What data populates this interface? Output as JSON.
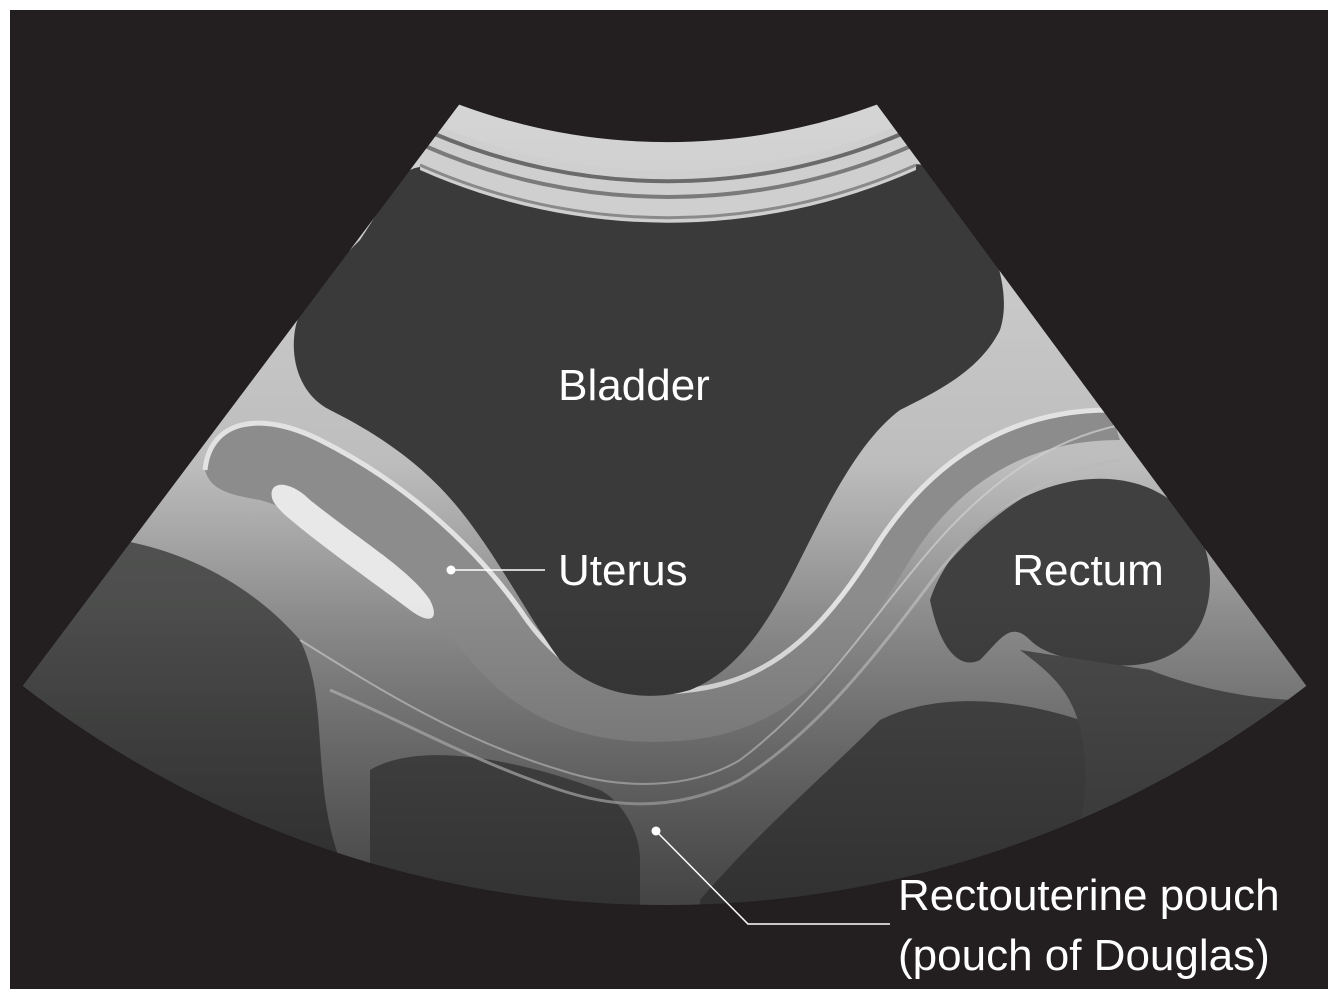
{
  "labels": {
    "bladder": "Bladder",
    "uterus": "Uterus",
    "rectum": "Rectum",
    "pouch_line1": "Rectouterine pouch",
    "pouch_line2": "(pouch of Douglas)"
  },
  "colors": {
    "background": "#231f20",
    "bladder": "#3a3a3a",
    "tissue_light": "#cfcfcf",
    "uterus": "#8c8d8c",
    "deep_tissue": "#4a4b4a",
    "text": "#ffffff"
  }
}
